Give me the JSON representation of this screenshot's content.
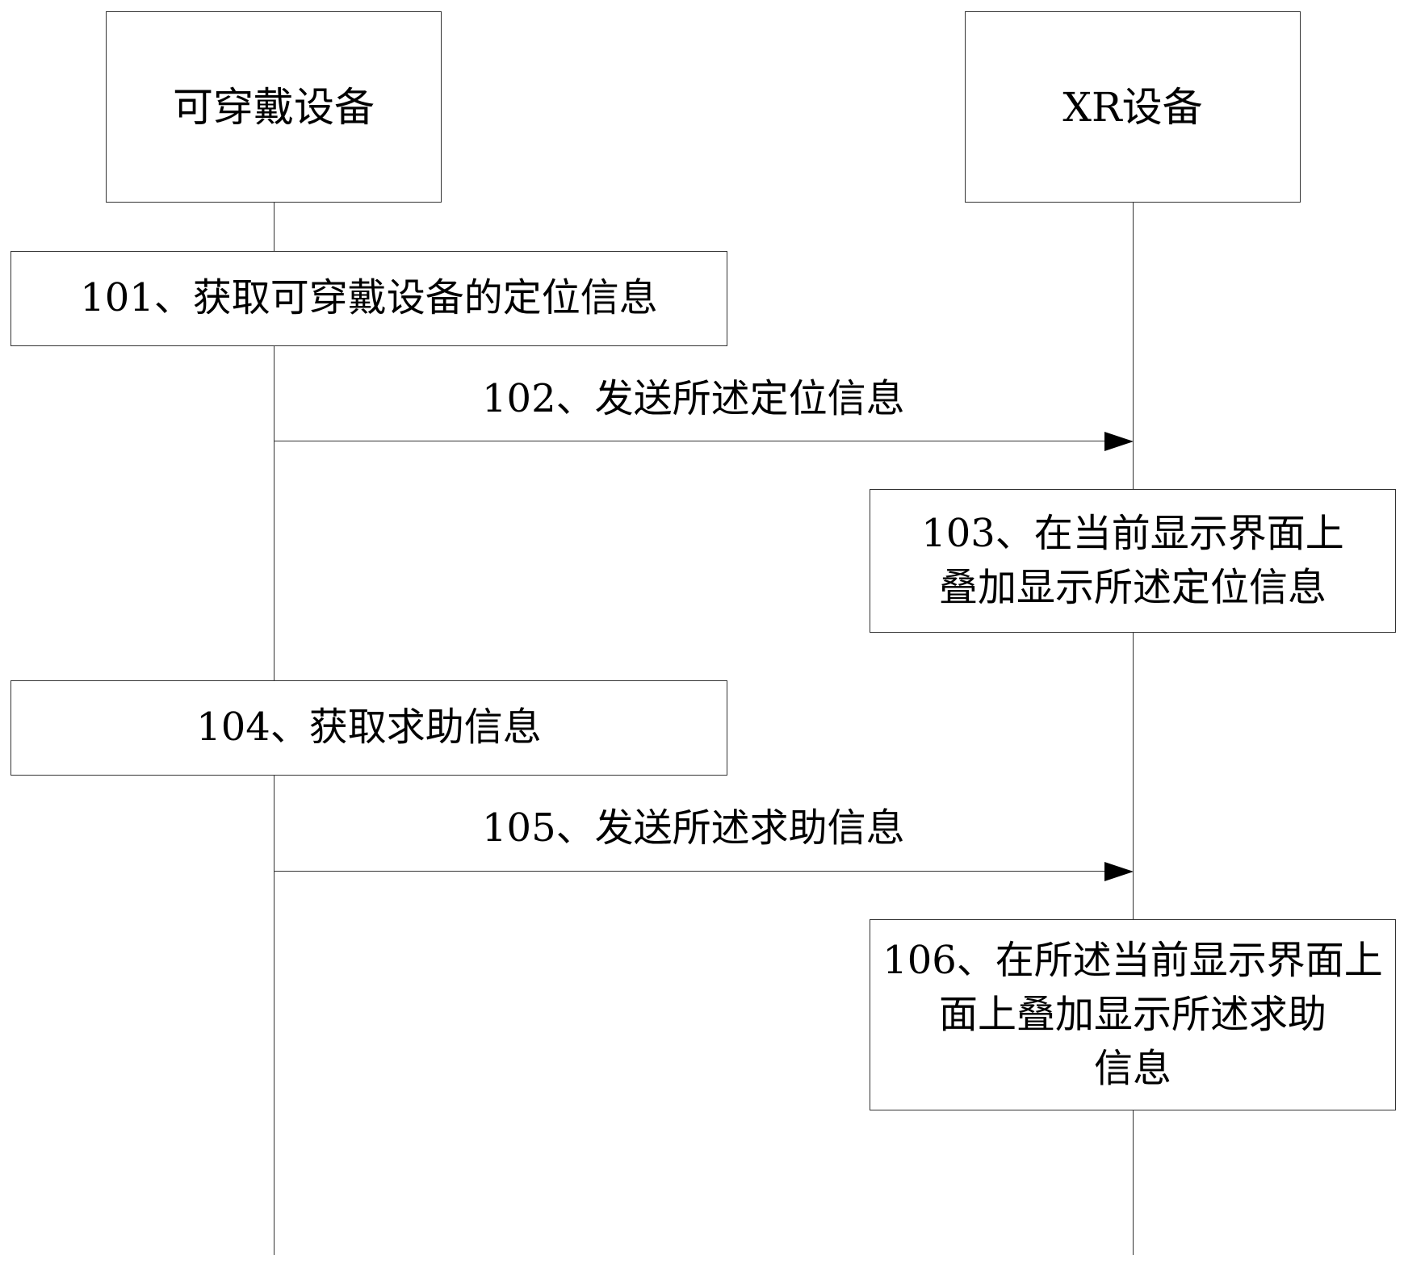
{
  "participants": {
    "wearable": "可穿戴设备",
    "xr": "XR设备"
  },
  "steps": {
    "s101": "101、获取可穿戴设备的定位信息",
    "s102": "102、发送所述定位信息",
    "s103_line1": "103、在当前显示界面上",
    "s103_line2": "叠加显示所述定位信息",
    "s104": "104、获取求助信息",
    "s105": "105、发送所述求助信息",
    "s106_line1": "106、在所述当前显示界面上",
    "s106_line2": "面上叠加显示所述求助",
    "s106_line3": "信息"
  }
}
